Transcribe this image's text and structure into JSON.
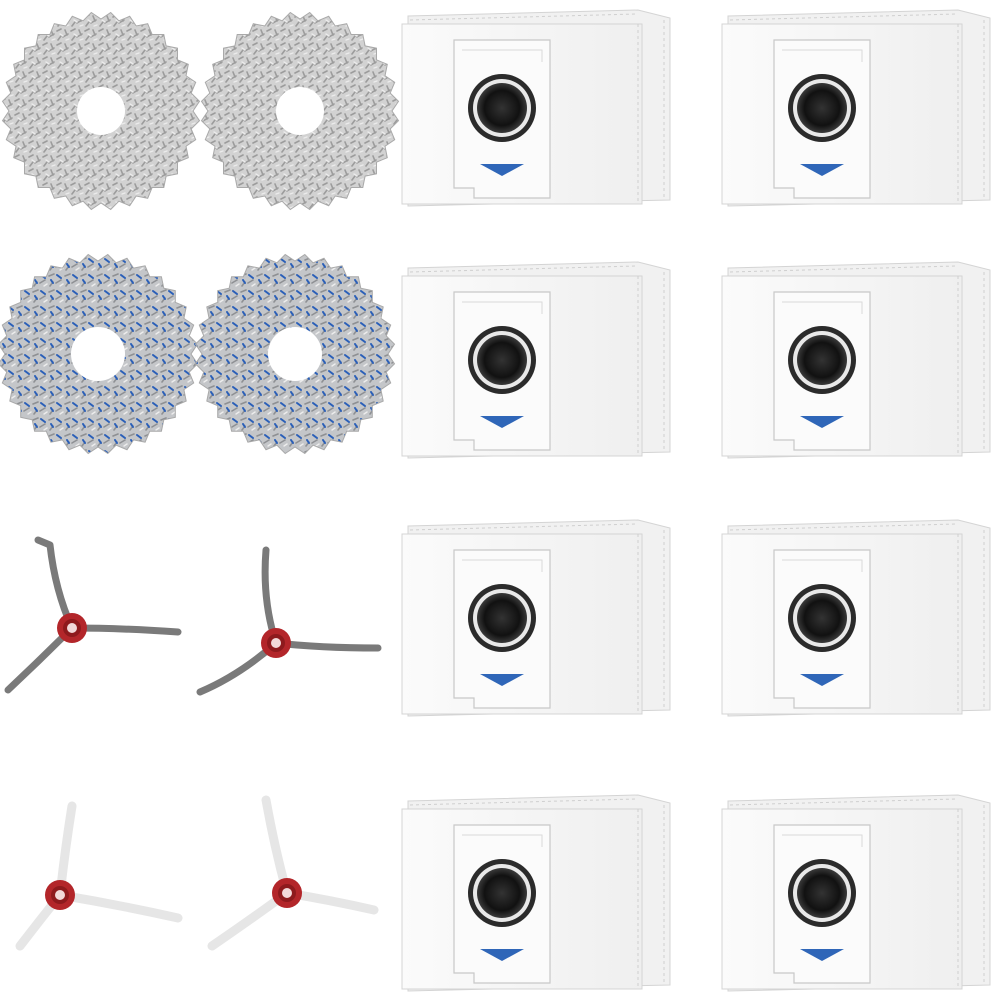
{
  "colors": {
    "background": "#ffffff",
    "mop_gray": "#c9c9c9",
    "mop_blue": "#2a5fb8",
    "bag_white": "#f7f7f7",
    "bag_edge": "#d4d4d4",
    "bag_arrow": "#2f66b8",
    "port_black": "#1a1a1a",
    "brush_hub": "#b3262a",
    "brush_arm_gray": "#7a7a7a",
    "brush_arm_white": "#e6e6e6"
  },
  "items": {
    "gray_mop_pads": 2,
    "blue_gray_mop_pads": 2,
    "gray_side_brushes": 2,
    "white_side_brushes": 2,
    "dust_bags": 8
  }
}
